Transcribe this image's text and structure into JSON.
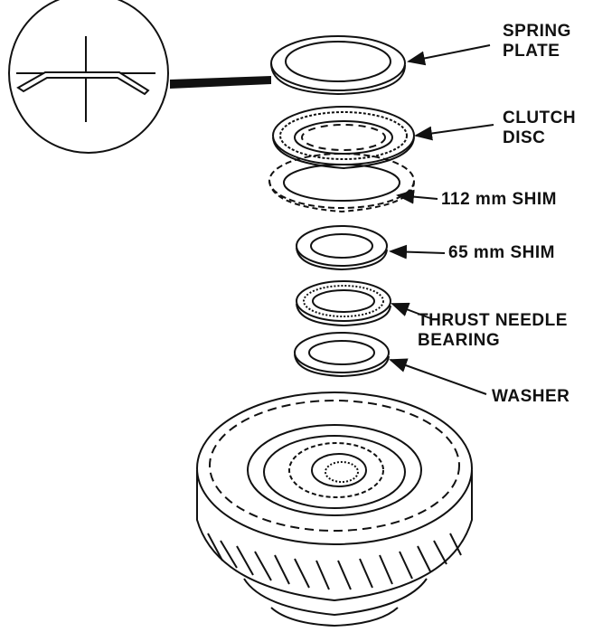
{
  "labels": {
    "spring_plate": [
      "SPRING",
      "PLATE"
    ],
    "clutch_disc": [
      "CLUTCH",
      "DISC"
    ],
    "shim_112": "112 mm SHIM",
    "shim_65": "65 mm SHIM",
    "thrust_needle_bearing": [
      "THRUST NEEDLE",
      "BEARING"
    ],
    "washer": "WASHER"
  }
}
